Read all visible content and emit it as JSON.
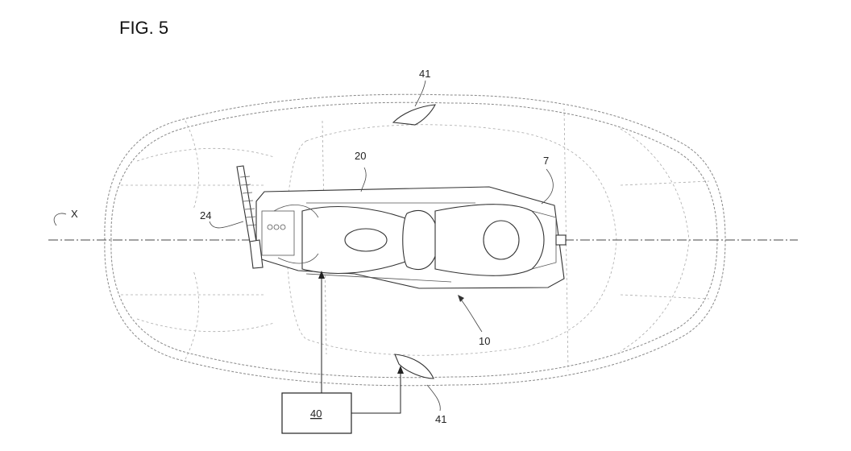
{
  "figure": {
    "title": "FIG. 5"
  },
  "labels": {
    "axis": "X",
    "fin_top": "41",
    "fin_bottom": "41",
    "frame": "20",
    "seat": "7",
    "pedals": "24",
    "cockpit": "10",
    "control_unit": "40"
  }
}
